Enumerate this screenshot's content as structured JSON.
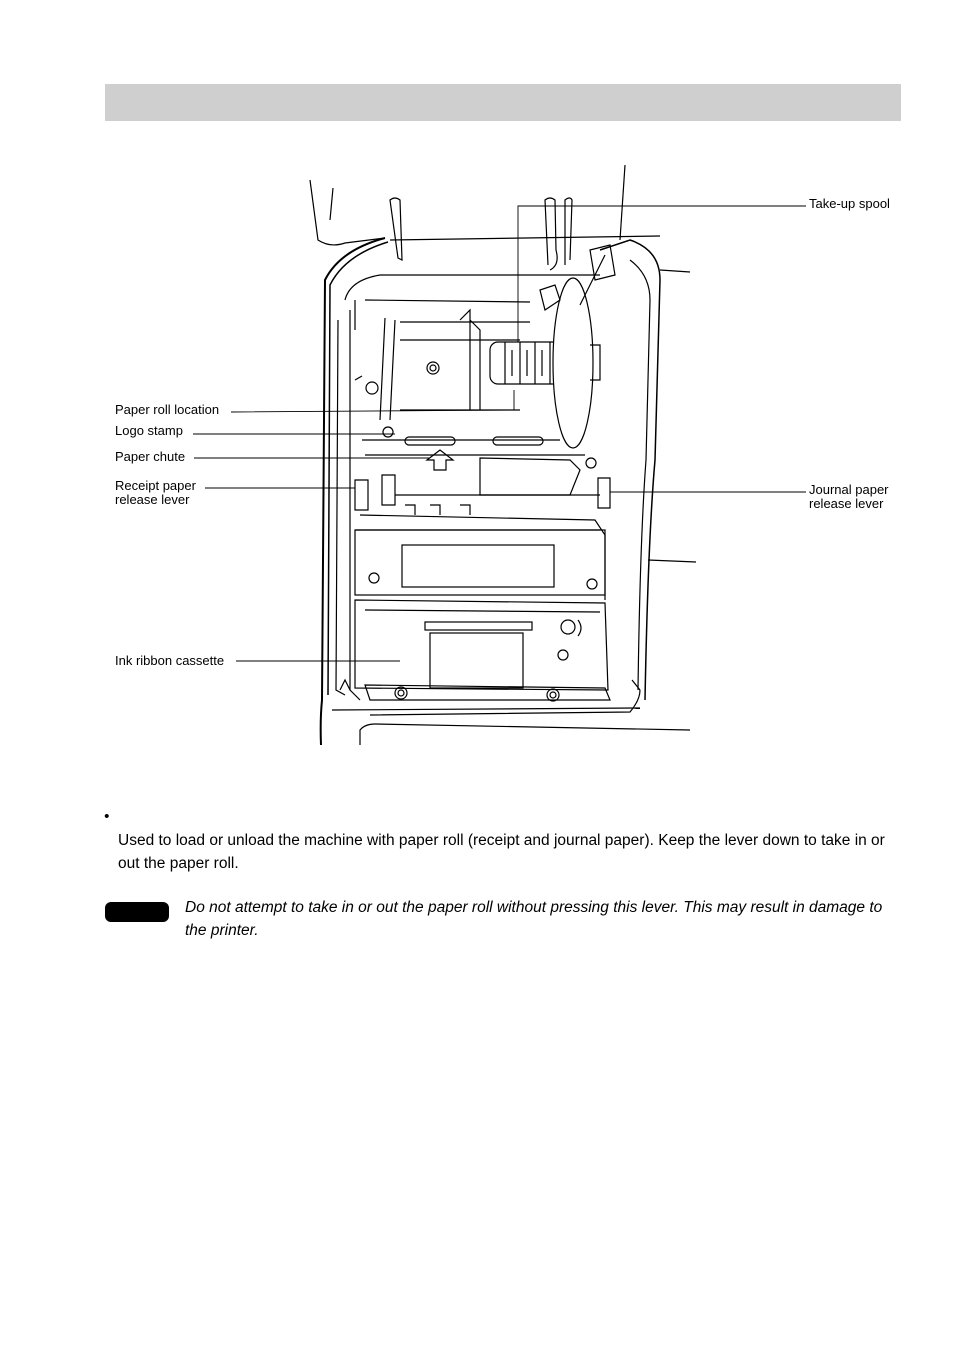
{
  "header": {
    "title": ""
  },
  "diagram": {
    "labels": {
      "take_up_spool": "Take-up spool",
      "paper_roll_location": "Paper roll location",
      "logo_stamp": "Logo stamp",
      "paper_chute": "Paper chute",
      "receipt_paper_release_lever": "Receipt paper\nrelease lever",
      "journal_paper_release_lever": "Journal paper\nrelease lever",
      "ink_ribbon_cassette": "Ink ribbon cassette"
    }
  },
  "section": {
    "bullet": "•",
    "description": "Used to load or unload the machine with paper roll (receipt and journal paper).  Keep the lever down to take in or out the paper roll."
  },
  "note": {
    "text": "Do not attempt to take in or out the paper roll without pressing this lever.  This may result in damage to the printer."
  }
}
